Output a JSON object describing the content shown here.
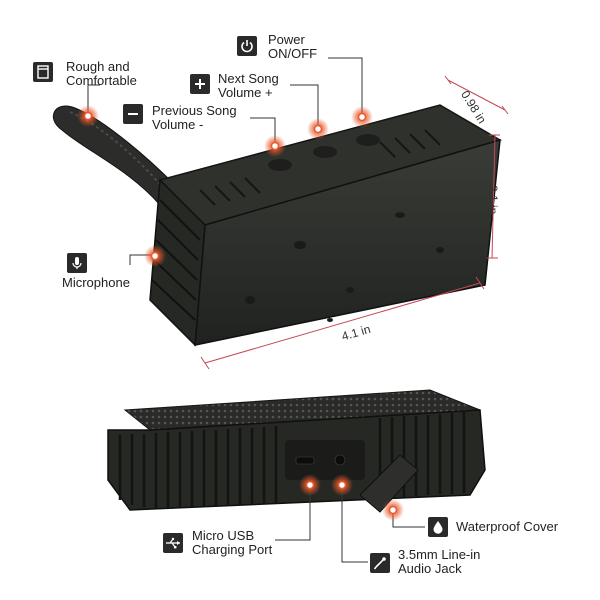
{
  "labels": {
    "rough": [
      "Rough and",
      "Comfortable"
    ],
    "power": [
      "Power",
      "ON/OFF"
    ],
    "next": [
      "Next Song",
      "Volume +"
    ],
    "prev": [
      "Previous Song",
      "Volume -"
    ],
    "mic": [
      "Microphone"
    ],
    "usb": [
      "Micro USB",
      "Charging Port"
    ],
    "jack": [
      "3.5mm Line-in",
      "Audio Jack"
    ],
    "cover": [
      "Waterproof Cover"
    ]
  },
  "dimensions": {
    "depth": "0.98 in",
    "height": "2.1 in",
    "width": "4.1 in"
  },
  "icons": {
    "rough": "speaker-icon",
    "power": "power-icon",
    "next": "plus-icon",
    "prev": "minus-icon",
    "mic": "microphone-icon",
    "usb": "usb-icon",
    "jack": "audio-jack-icon",
    "cover": "water-drop-icon"
  },
  "colors": {
    "hotspot": "#e8582a",
    "dimension_line": "#c24a55",
    "speaker_body": "#2b2d2a",
    "icon_bg": "#2a2a2a"
  }
}
